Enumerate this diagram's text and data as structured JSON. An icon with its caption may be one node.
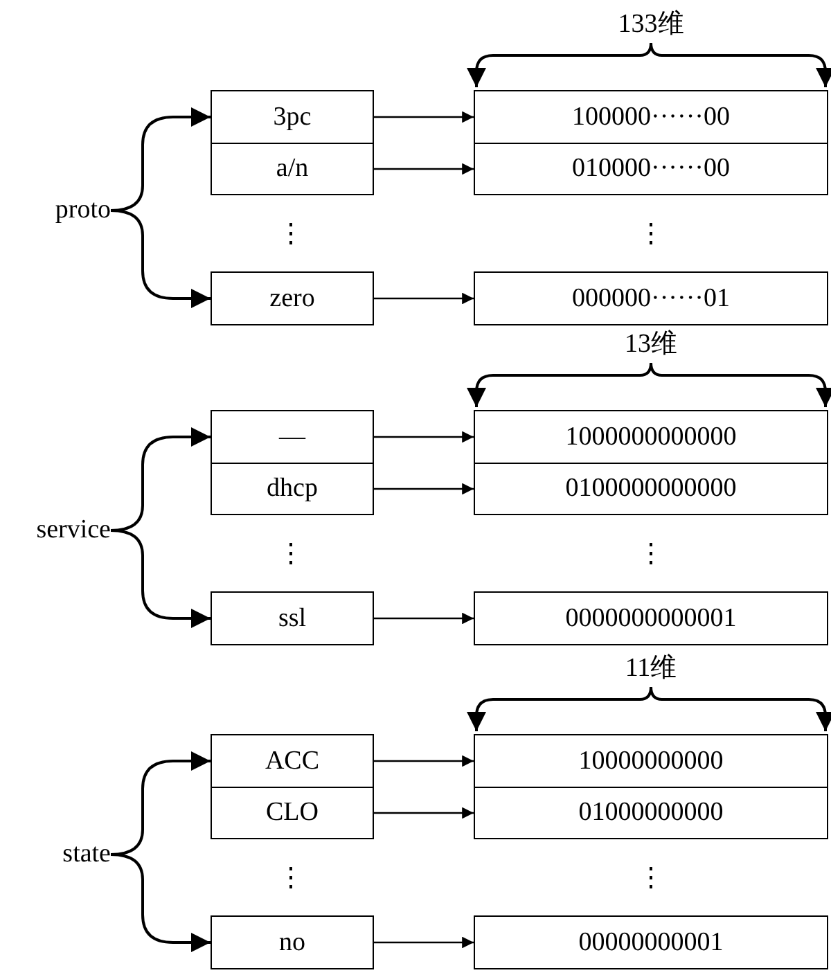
{
  "diagram": {
    "nodes": [
      {
        "text": [
          "proto"
        ]
      },
      {
        "text": [
          "3pc"
        ]
      },
      {
        "text": [
          "a/n"
        ]
      },
      {
        "text": [
          "zero"
        ]
      },
      {
        "text": [
          "100000······00"
        ]
      },
      {
        "text": [
          "010000······00"
        ]
      },
      {
        "text": [
          "000000······01"
        ]
      },
      {
        "text": [
          "service"
        ]
      },
      {
        "text": [
          "—"
        ]
      },
      {
        "text": [
          "dhcp"
        ]
      },
      {
        "text": [
          "ssl"
        ]
      },
      {
        "text": [
          "1000000000000"
        ]
      },
      {
        "text": [
          "0100000000000"
        ]
      },
      {
        "text": [
          "0000000000001"
        ]
      },
      {
        "text": [
          "state"
        ]
      },
      {
        "text": [
          "ACC"
        ]
      },
      {
        "text": [
          "CLO"
        ]
      },
      {
        "text": [
          "no"
        ]
      },
      {
        "text": [
          "10000000000"
        ]
      },
      {
        "text": [
          "01000000000"
        ]
      },
      {
        "text": [
          "00000000001"
        ]
      }
    ],
    "edges": [
      {
        "from": 0,
        "to": 1,
        "arrow": "to"
      },
      {
        "from": 0,
        "to": 3,
        "arrow": "to"
      },
      {
        "from": 1,
        "to": 4,
        "arrow": "to"
      },
      {
        "from": 2,
        "to": 5,
        "arrow": "to"
      },
      {
        "from": 3,
        "to": 6,
        "arrow": "to"
      },
      {
        "from": 7,
        "to": 8,
        "arrow": "to"
      },
      {
        "from": 7,
        "to": 10,
        "arrow": "to"
      },
      {
        "from": 8,
        "to": 11,
        "arrow": "to"
      },
      {
        "from": 9,
        "to": 12,
        "arrow": "to"
      },
      {
        "from": 10,
        "to": 13,
        "arrow": "to"
      },
      {
        "from": 14,
        "to": 15,
        "arrow": "to"
      },
      {
        "from": 14,
        "to": 17,
        "arrow": "to"
      },
      {
        "from": 15,
        "to": 18,
        "arrow": "to"
      },
      {
        "from": 16,
        "to": 19,
        "arrow": "to"
      },
      {
        "from": 17,
        "to": 20,
        "arrow": "to"
      }
    ],
    "labels": [
      "133维",
      "⋮",
      "⋮",
      "13维",
      "⋮",
      "⋮",
      "11维",
      "⋮",
      "⋮"
    ]
  }
}
